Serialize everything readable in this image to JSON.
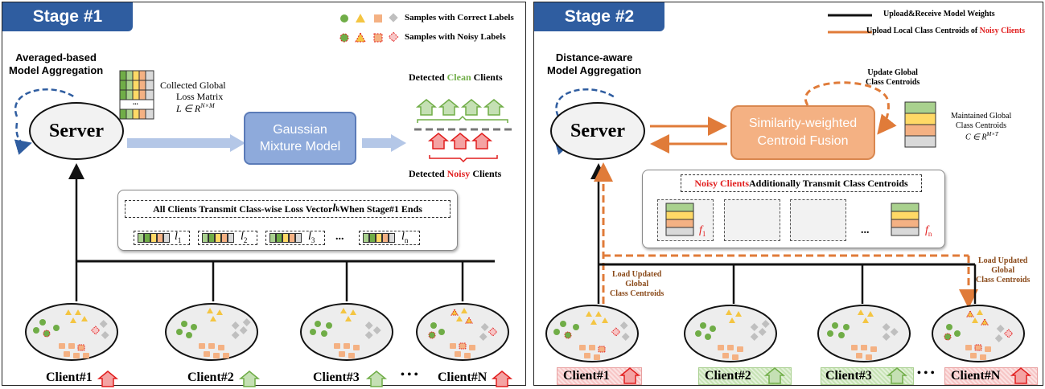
{
  "stage1": {
    "title": "Stage #1",
    "legend_correct": "Samples with Correct Labels",
    "legend_noisy": "Samples with Noisy Labels",
    "aggregation": "Averaged-based\nModel Aggregation",
    "server": "Server",
    "matrix_dots": "...",
    "matrix_caption_1": "Collected Global",
    "matrix_caption_2": "Loss Matrix",
    "matrix_caption_3": "L ∈ R",
    "matrix_caption_sup": "N×M",
    "gmm": "Gaussian\nMixture Model",
    "clean_prefix": "Detected ",
    "clean_word": "Clean",
    "clean_suffix": " Clients",
    "noisy_prefix": "Detected ",
    "noisy_word": "Noisy",
    "noisy_suffix": " Clients",
    "transmit_prefix": "All Clients Transmit Class-wise Loss Vector ",
    "transmit_var": "l",
    "transmit_sub": "k",
    "transmit_suffix": " When Stage#1 Ends",
    "vectors": [
      {
        "l": "l",
        "sub": "1"
      },
      {
        "l": "l",
        "sub": "2"
      },
      {
        "l": "l",
        "sub": "3"
      },
      {
        "l": "l",
        "sub": "n"
      }
    ],
    "ellipsis": "...",
    "clients": [
      "Client#1",
      "Client#2",
      "Client#3",
      "Client#N"
    ],
    "client_dots": "• • •"
  },
  "stage2": {
    "title": "Stage #2",
    "legend_upload": "Upload&Receive Model Weights",
    "legend_centroid_prefix": "Upload Local Class Centroids of ",
    "legend_centroid_noisy": "Noisy Clients",
    "aggregation": "Distance-aware\nModel Aggregation",
    "server": "Server",
    "update_global": "Update Global\nClass Centroids",
    "swcf": "Similarity-weighted\nCentroid Fusion",
    "maintained_1": "Maintained Global",
    "maintained_2": "Class Centroids",
    "maintained_3": "C ∈ R",
    "maintained_sup": "M×T",
    "noisy_transmit_noisy": "Noisy Clients",
    "noisy_transmit_rest": " Additionally Transmit Class Centroids",
    "f1": "f",
    "f1_sub": "1",
    "fn": "f",
    "fn_sub": "n",
    "ellipsis": "...",
    "load_left": "Load Updated\nGlobal\nClass Centroids",
    "load_right": "Load Updated\nGlobal\nClass Centroids",
    "clients": [
      "Client#1",
      "Client#2",
      "Client#3",
      "Client#N"
    ],
    "client_dots": "• • •"
  },
  "colors": {
    "stage_blue": "#2f5da0",
    "clean_green": "#70ad47",
    "noisy_red": "#e11e1e",
    "orange_arrow": "#e07b39",
    "gmm_blue": "#8eaadb",
    "swcf_orange": "#f4b183"
  }
}
